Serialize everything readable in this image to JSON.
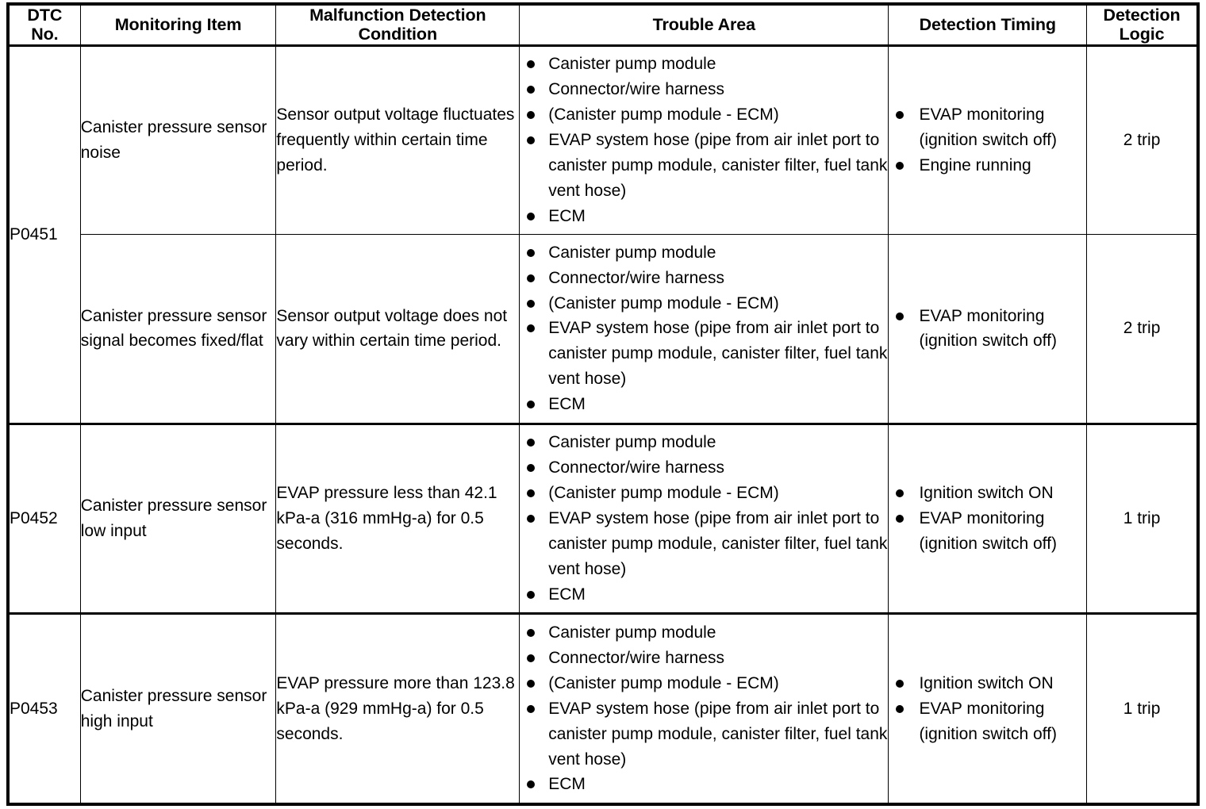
{
  "table": {
    "headers": [
      {
        "label": "DTC\nNo.",
        "name": "dtc-no"
      },
      {
        "label": "Monitoring Item",
        "name": "monitoring-item"
      },
      {
        "label": "Malfunction Detection Condition",
        "name": "malfunction-detection-condition"
      },
      {
        "label": "Trouble Area",
        "name": "trouble-area"
      },
      {
        "label": "Detection Timing",
        "name": "detection-timing"
      },
      {
        "label": "Detection Logic",
        "name": "detection-logic"
      }
    ],
    "header_line1": {
      "dtc": "DTC",
      "item": "Monitoring Item",
      "cond_a": "Malfunction Detection",
      "trouble": "Trouble Area",
      "timing": "Detection Timing",
      "logic_a": "Detection"
    },
    "header_line2": {
      "dtc": "No.",
      "cond_b": "Condition",
      "logic_b": "Logic"
    },
    "trouble_area_common": {
      "i0": "Canister pump module",
      "i1": "Connector/wire harness",
      "i2": "(Canister pump module - ECM)",
      "i3": "EVAP system hose (pipe from air inlet port to canister pump module, canister filter, fuel tank vent hose)",
      "i4": "ECM"
    },
    "rows": [
      {
        "dtc": "P0451",
        "monitoring_item": "Canister pressure sensor noise",
        "condition": "Sensor output voltage fluctuates frequently within certain time period.",
        "trouble_area": [
          "Canister pump module",
          "Connector/wire harness",
          "(Canister pump module - ECM)",
          "EVAP system hose (pipe from air inlet port to canister pump module, canister filter, fuel tank vent hose)",
          "ECM"
        ],
        "detection_timing": [
          "EVAP monitoring (ignition switch off)",
          "Engine running"
        ],
        "detection_logic": "2 trip"
      },
      {
        "dtc": "",
        "monitoring_item": "Canister pressure sensor signal becomes fixed/flat",
        "condition": "Sensor output voltage does not vary within certain time period.",
        "trouble_area": [
          "Canister pump module",
          "Connector/wire harness",
          "(Canister pump module - ECM)",
          "EVAP system hose (pipe from air inlet port to canister pump module, canister filter, fuel tank vent hose)",
          "ECM"
        ],
        "detection_timing": [
          "EVAP monitoring (ignition switch off)"
        ],
        "detection_logic": "2 trip"
      },
      {
        "dtc": "P0452",
        "monitoring_item": "Canister pressure sensor low input",
        "condition": "EVAP pressure less than 42.1 kPa-a (316 mmHg-a) for 0.5 seconds.",
        "trouble_area": [
          "Canister pump module",
          "Connector/wire harness",
          "(Canister pump module - ECM)",
          "EVAP system hose (pipe from air inlet port to canister pump module, canister filter, fuel tank vent hose)",
          "ECM"
        ],
        "detection_timing": [
          "Ignition switch ON",
          "EVAP monitoring (ignition switch off)"
        ],
        "detection_logic": "1 trip"
      },
      {
        "dtc": "P0453",
        "monitoring_item": "Canister pressure sensor high input",
        "condition": "EVAP pressure more than 123.8 kPa-a (929 mmHg-a) for 0.5 seconds.",
        "trouble_area": [
          "Canister pump module",
          "Connector/wire harness",
          "(Canister pump module - ECM)",
          "EVAP system hose (pipe from air inlet port to canister pump module, canister filter, fuel tank vent hose)",
          "ECM"
        ],
        "detection_timing": [
          "Ignition switch ON",
          "EVAP monitoring (ignition switch off)"
        ],
        "detection_logic": "1 trip"
      }
    ]
  },
  "colors": {
    "border": "#000000",
    "text": "#000000",
    "background": "#ffffff"
  }
}
